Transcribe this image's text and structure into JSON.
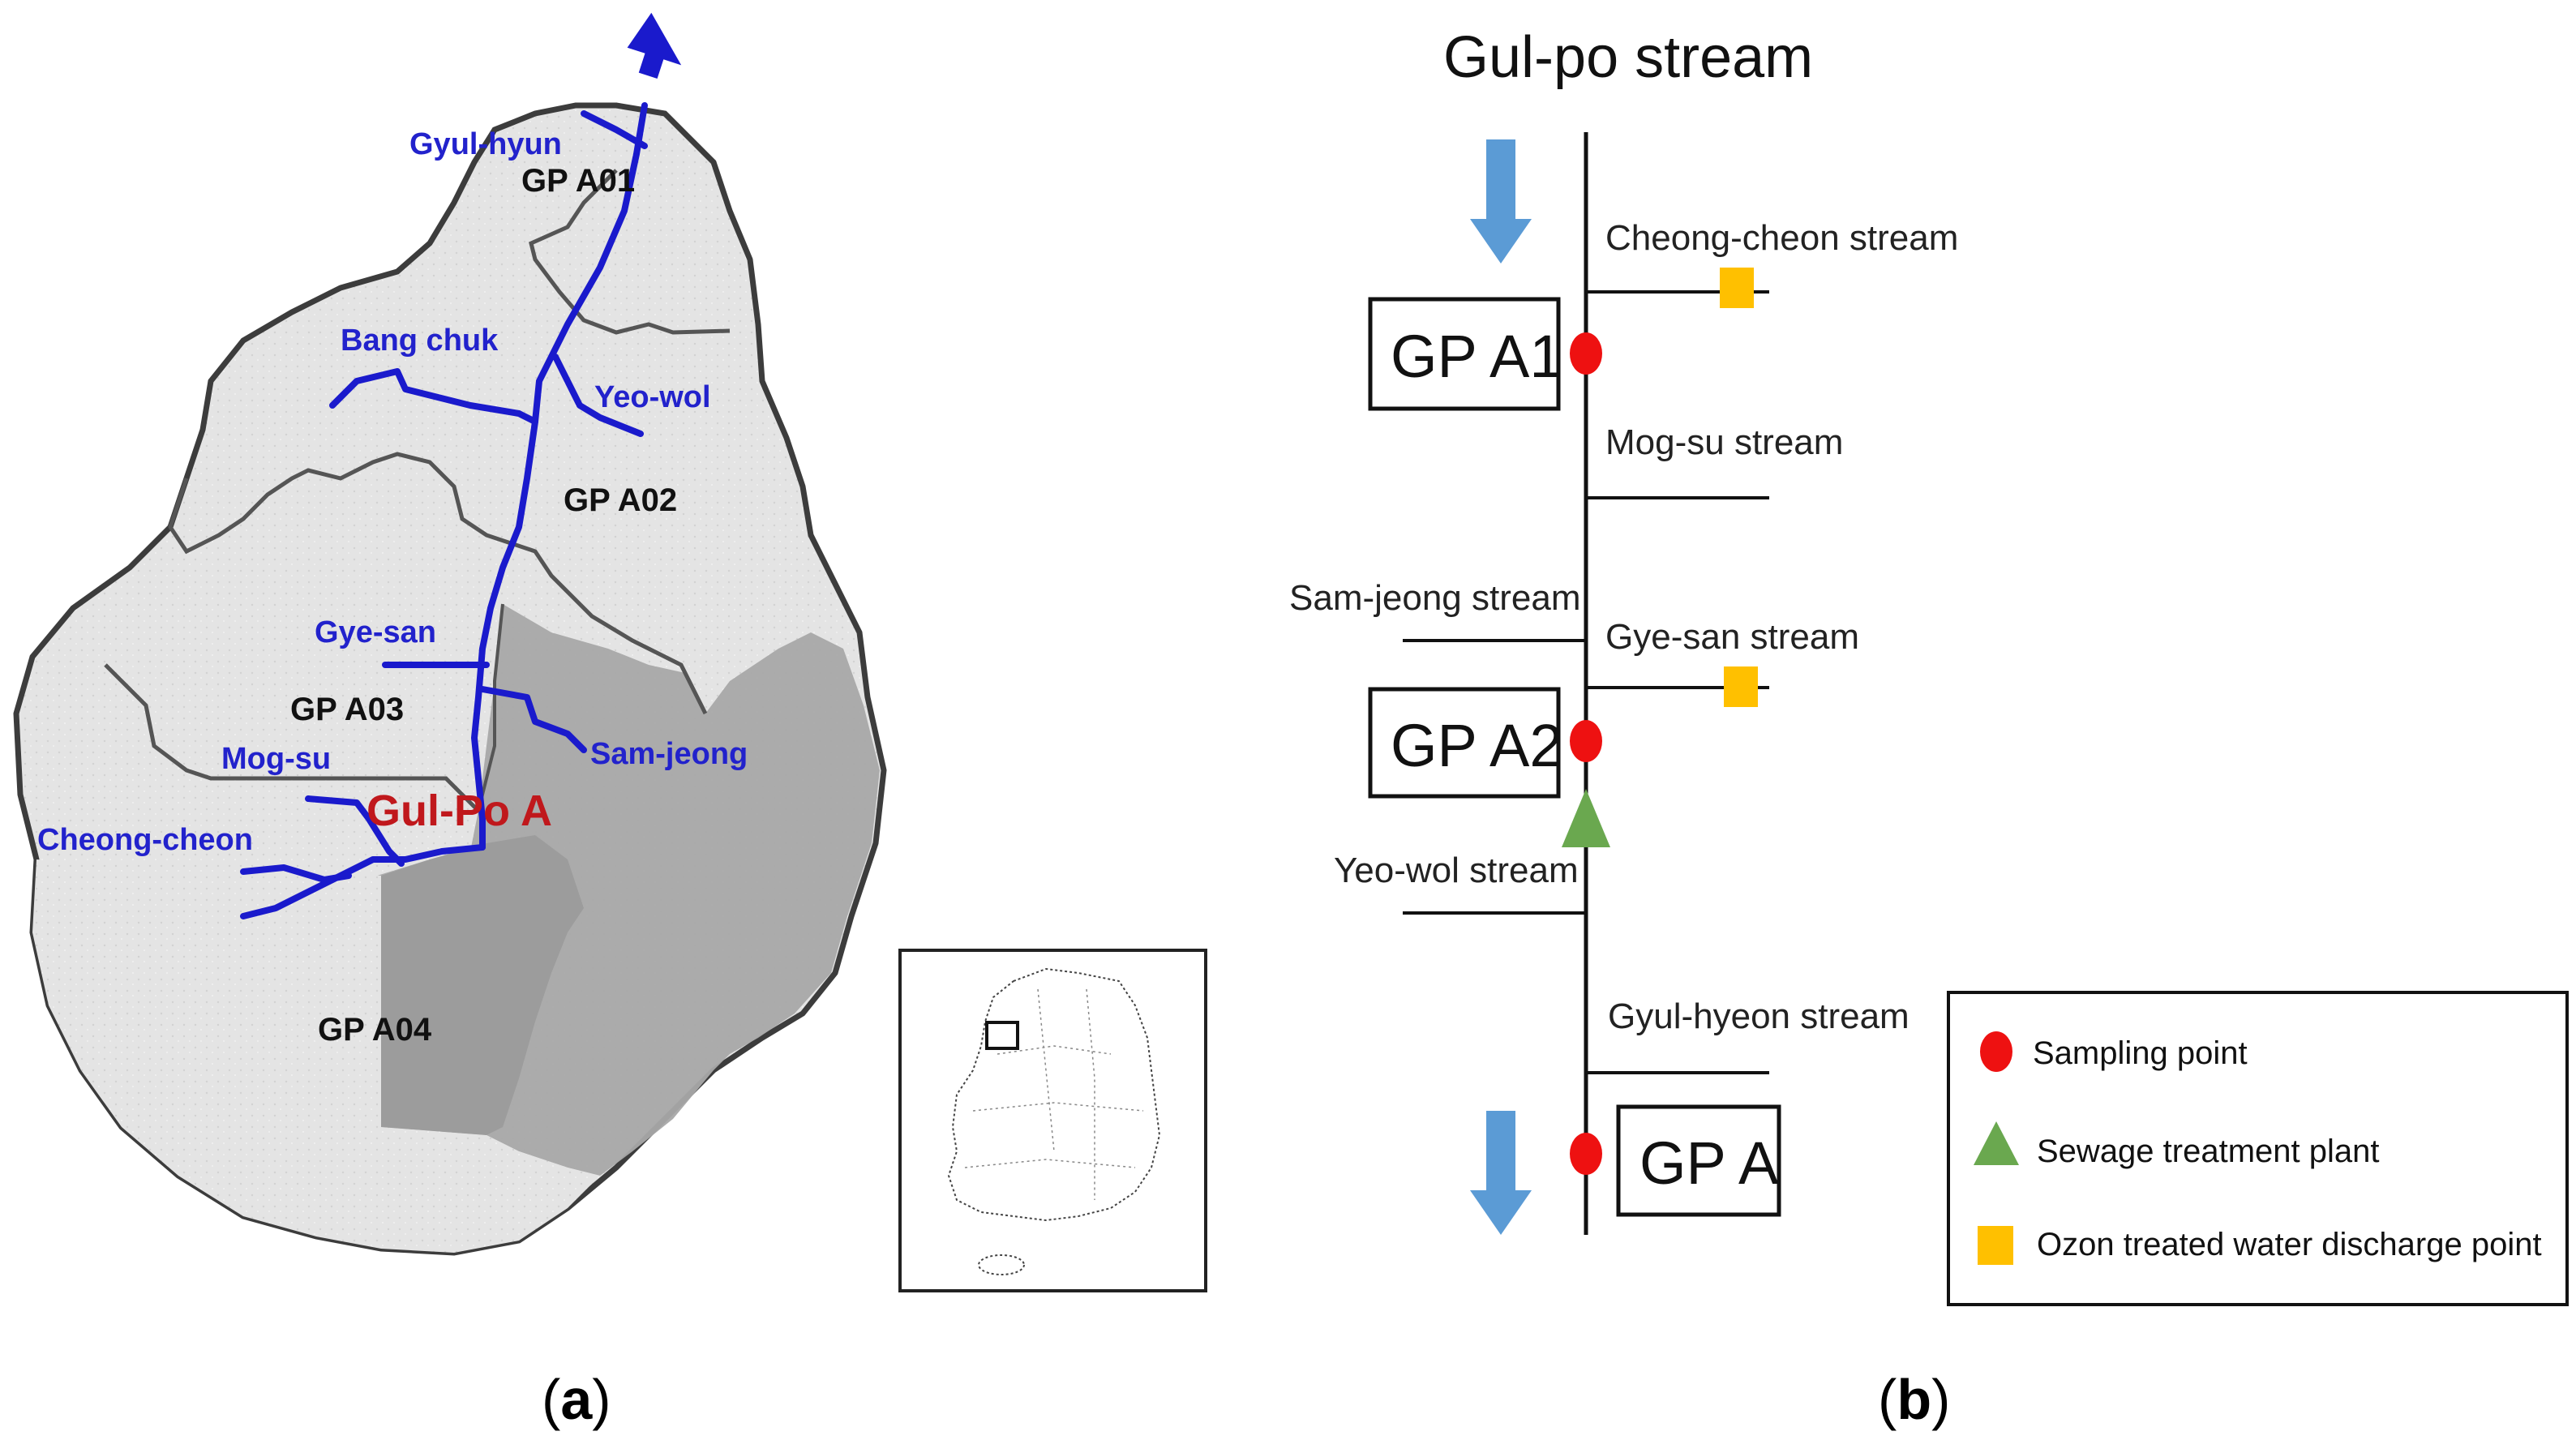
{
  "panel_a": {
    "rivers": {
      "gyul_hyun": "Gyul-hyun",
      "bang_chuk": "Bang chuk",
      "yeo_wol": "Yeo-wol",
      "gye_san": "Gye-san",
      "sam_jeong": "Sam-jeong",
      "mog_su": "Mog-su",
      "cheong_cheon": "Cheong-cheon"
    },
    "zones": {
      "a01": "GP A01",
      "a02": "GP A02",
      "a03": "GP A03",
      "a04": "GP A04"
    },
    "outlet_label": "Gul-Po A",
    "colors": {
      "river": "#1a1acc",
      "outlet_text": "#c0181c",
      "basin_light": "#e6e6e6",
      "basin_dark": "#a8a8a8"
    }
  },
  "panel_b": {
    "title": "Gul-po stream",
    "streams": {
      "cheong_cheon": "Cheong-cheon stream",
      "mog_su": "Mog-su stream",
      "sam_jeong": "Sam-jeong stream",
      "gye_san": "Gye-san stream",
      "yeo_wol": "Yeo-wol stream",
      "gyul_hyeon": "Gyul-hyeon stream"
    },
    "stations": {
      "a1": "GP A1",
      "a2": "GP A2",
      "a": "GP A"
    },
    "legend": {
      "sampling": "Sampling point",
      "sewage": "Sewage treatment plant",
      "ozone": "Ozon treated water discharge point"
    },
    "colors": {
      "flow_arrow": "#5b9bd5",
      "sampling_point": "#ee1111",
      "sewage_plant": "#6aa84f",
      "ozone_point": "#ffc000"
    }
  },
  "captions": {
    "a_open": "(",
    "a_letter": "a",
    "a_close": ")",
    "b_open": "(",
    "b_letter": "b",
    "b_close": ")"
  }
}
